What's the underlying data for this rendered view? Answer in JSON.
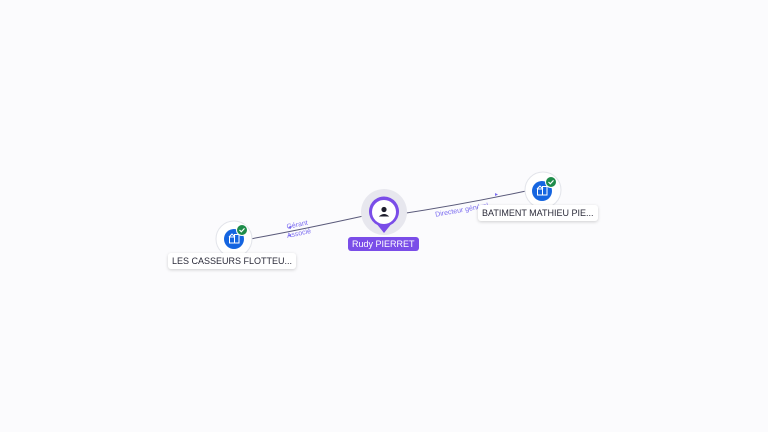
{
  "graph": {
    "center": {
      "name": "Rudy PIERRET",
      "type": "person",
      "color": "#7a4de8"
    },
    "companies": [
      {
        "name": "LES CASSEURS FLOTTEU...",
        "verified": true,
        "relations": [
          "Gérant",
          "Associé"
        ]
      },
      {
        "name": "BATIMENT MATHIEU PIE...",
        "verified": true,
        "relations": [
          "Directeur général"
        ]
      }
    ],
    "colors": {
      "company_icon": "#1565e0",
      "verified_badge": "#1e8c4a",
      "edge_label": "#7b6cf0"
    },
    "icons": {
      "person": "person-icon",
      "company": "building-icon",
      "verified": "check-badge-icon"
    }
  }
}
